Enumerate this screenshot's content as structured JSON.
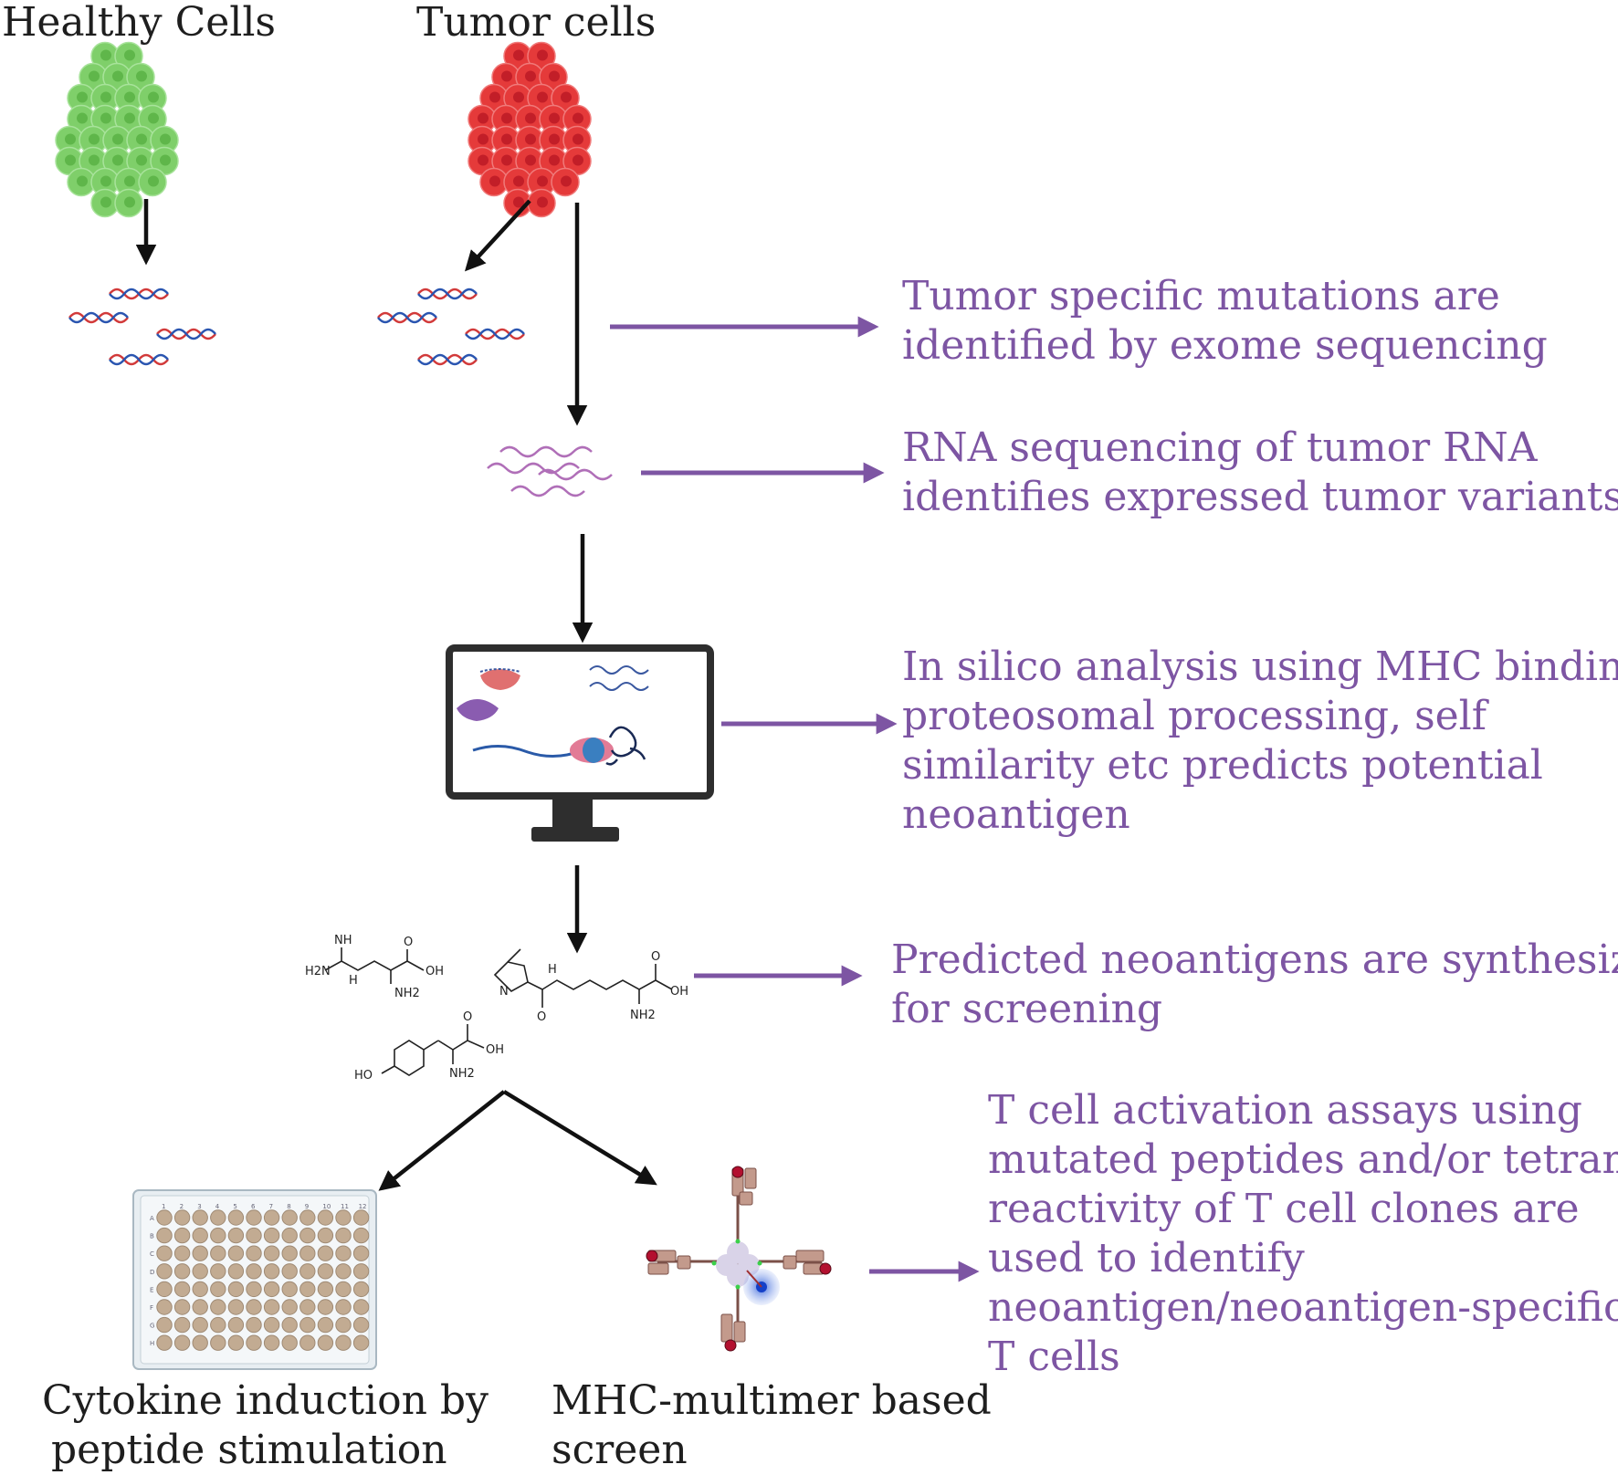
{
  "labels": {
    "healthy_cells": "Healthy Cells",
    "tumor_cells": "Tumor cells",
    "cytokine": [
      "Cytokine induction by",
      "peptide stimulation"
    ],
    "mhc_multimer": [
      "MHC-multimer based",
      "screen"
    ]
  },
  "steps": [
    {
      "lines": [
        "Tumor specific mutations are",
        "identified by exome  sequencing"
      ]
    },
    {
      "lines": [
        "RNA sequencing of tumor RNA",
        "identifies  expressed tumor variants"
      ]
    },
    {
      "lines": [
        "In silico analysis using MHC binding,",
        "proteosomal processing, self",
        "similarity etc predicts potential",
        "neoantigen"
      ]
    },
    {
      "lines": [
        "Predicted neoantigens are synthesized",
        "for screening"
      ]
    },
    {
      "lines": [
        "T cell activation assays using",
        "mutated peptides and/or tetramer",
        "reactivity of T cell clones are",
        "used to identify",
        "neoantigen/neoantigen-specific",
        "T cells"
      ]
    }
  ],
  "chem": {
    "arg": {
      "nh": "NH",
      "h2n": "H2N",
      "h": "H",
      "o": "O",
      "oh": "OH",
      "nh2": "NH2"
    },
    "lys": {
      "n": "N",
      "h": "H",
      "o": "O",
      "o2": "O",
      "oh": "OH",
      "nh2": "NH2"
    },
    "tyr": {
      "ho": "HO",
      "o": "O",
      "oh": "OH",
      "nh2": "NH2"
    }
  },
  "plate": {
    "columns": [
      "1",
      "2",
      "3",
      "4",
      "5",
      "6",
      "7",
      "8",
      "9",
      "10",
      "11",
      "12"
    ],
    "rows": [
      "A",
      "B",
      "C",
      "D",
      "E",
      "F",
      "G",
      "H"
    ]
  },
  "colors": {
    "healthy": "#7fcf6a",
    "tumor": "#e53a3a",
    "purple": "#7d55a3",
    "arrow": "#111111"
  }
}
